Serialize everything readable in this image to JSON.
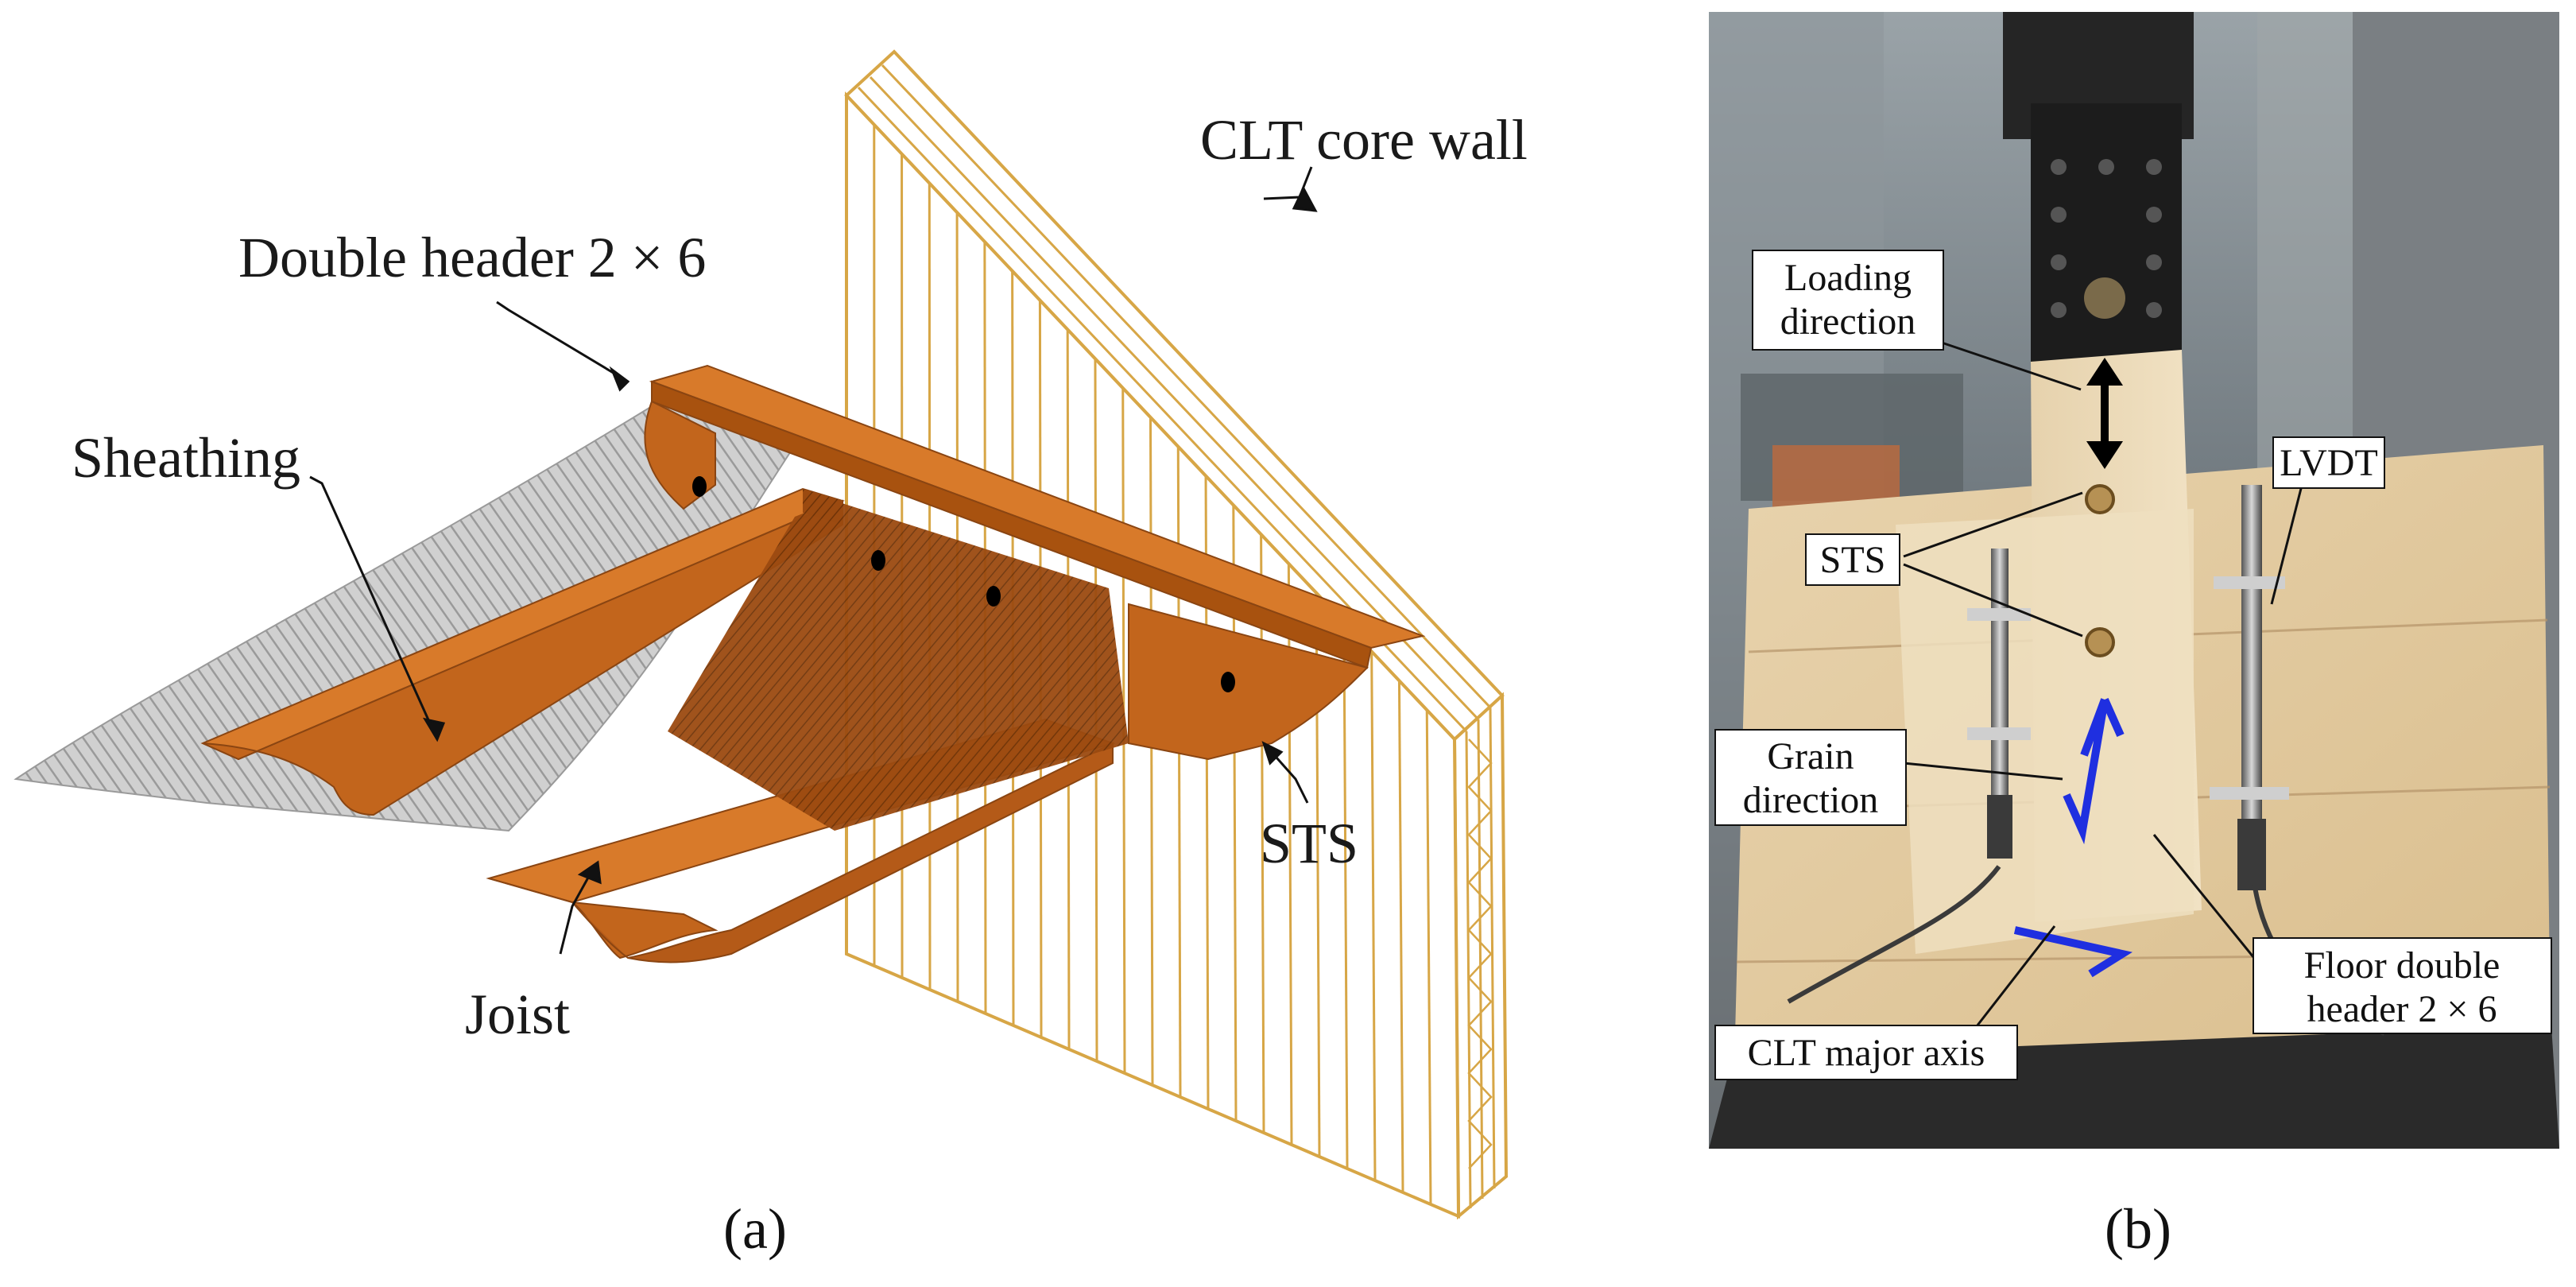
{
  "panel_a": {
    "caption": "(a)",
    "labels": {
      "clt_core_wall": "CLT core wall",
      "double_header": "Double header 2 × 6",
      "sheathing": "Sheathing",
      "sts": "STS",
      "joist": "Joist"
    }
  },
  "panel_b": {
    "caption": "(b)",
    "labels": {
      "loading_direction_1": "Loading",
      "loading_direction_2": "direction",
      "sts": "STS",
      "lvdt": "LVDT",
      "grain_direction_1": "Grain",
      "grain_direction_2": "direction",
      "floor_double_header_1": "Floor double",
      "floor_double_header_2": "header 2 × 6",
      "clt_major_axis": "CLT major axis"
    }
  },
  "colors": {
    "wood_orange": "#c2651c",
    "wood_orange_dark": "#8a4512",
    "clt_line": "#d7a646",
    "sheathing_gray": "#b9b9b9",
    "arrow_blue": "#1f2fe0"
  }
}
